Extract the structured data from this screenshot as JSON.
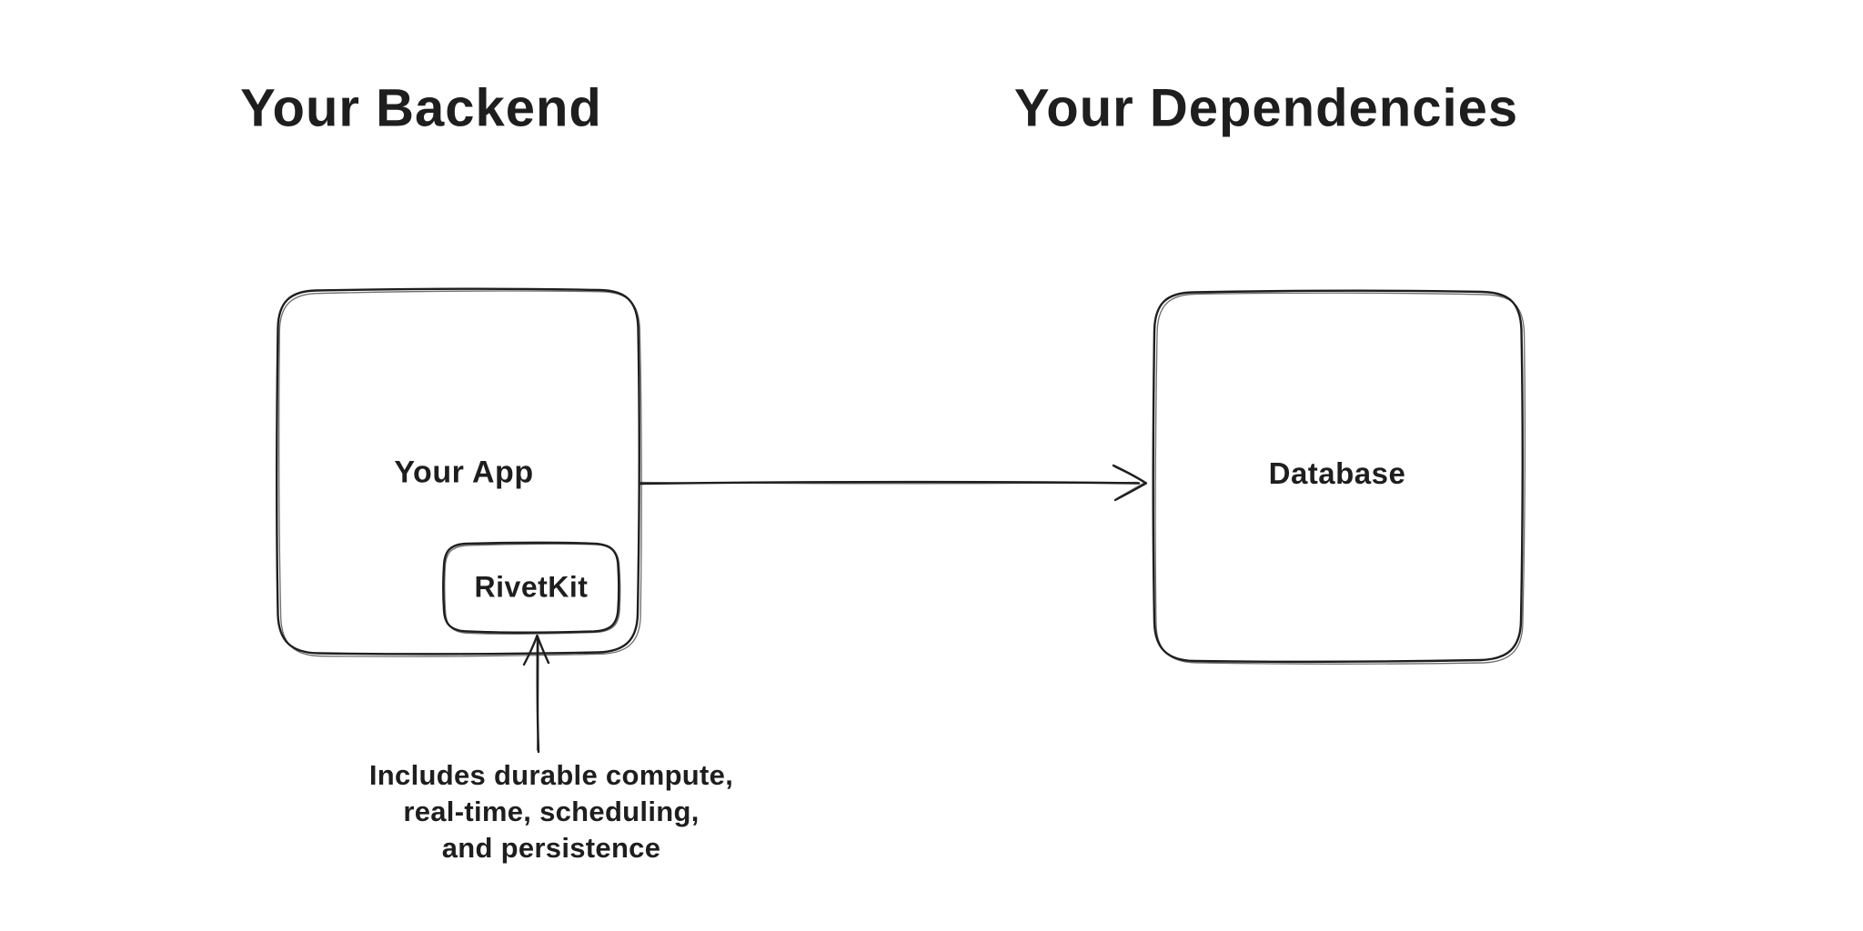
{
  "diagram": {
    "background_color": "#ffffff",
    "stroke_color": "#1e1e1e",
    "left_section": {
      "title": "Your Backend",
      "app_box_label": "Your App",
      "rivetkit_box_label": "RivetKit"
    },
    "right_section": {
      "title": "Your Dependencies",
      "database_box_label": "Database"
    },
    "annotation": {
      "lines": [
        "Includes durable compute,",
        "real-time, scheduling,",
        "and persistence"
      ]
    }
  }
}
